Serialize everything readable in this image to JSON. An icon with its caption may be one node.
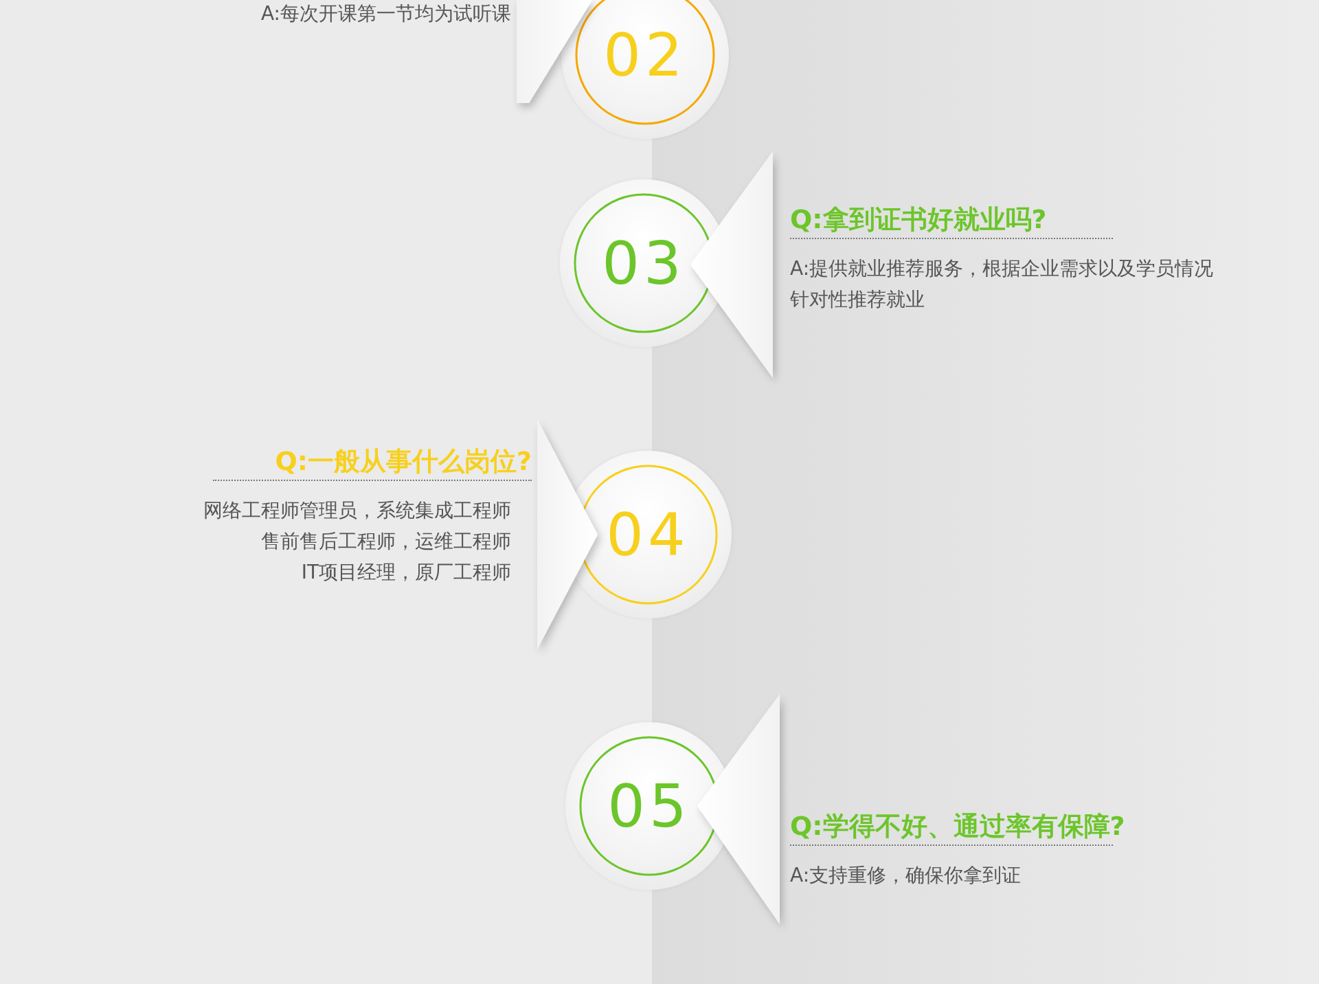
{
  "diagram": {
    "nodes": [
      {
        "text": [
          "A:每次开课第一节均为试听课"
        ]
      },
      {
        "text": [],
        "shape": "triangle"
      },
      {
        "text": [
          "02"
        ]
      },
      {
        "text": [
          "03"
        ]
      },
      {
        "text": [],
        "shape": "triangle"
      },
      {
        "text": [
          "Q:拿到证书好就业吗?",
          "A:提供就业推荐服务，根据企业需求以及学员情况针对性推荐就业"
        ]
      },
      {
        "text": [
          "Q:一般从事什么岗位?",
          "网络工程师管理员，系统集成工程师",
          "售前售后工程师，运维工程师",
          "IT项目经理，原厂工程师"
        ]
      },
      {
        "text": [],
        "shape": "triangle"
      },
      {
        "text": [
          "04"
        ]
      },
      {
        "text": [
          "05"
        ]
      },
      {
        "text": [],
        "shape": "triangle"
      },
      {
        "text": [
          "Q:学得不好、通过率有保障?",
          "A:支持重修，确保你拿到证"
        ]
      }
    ]
  }
}
